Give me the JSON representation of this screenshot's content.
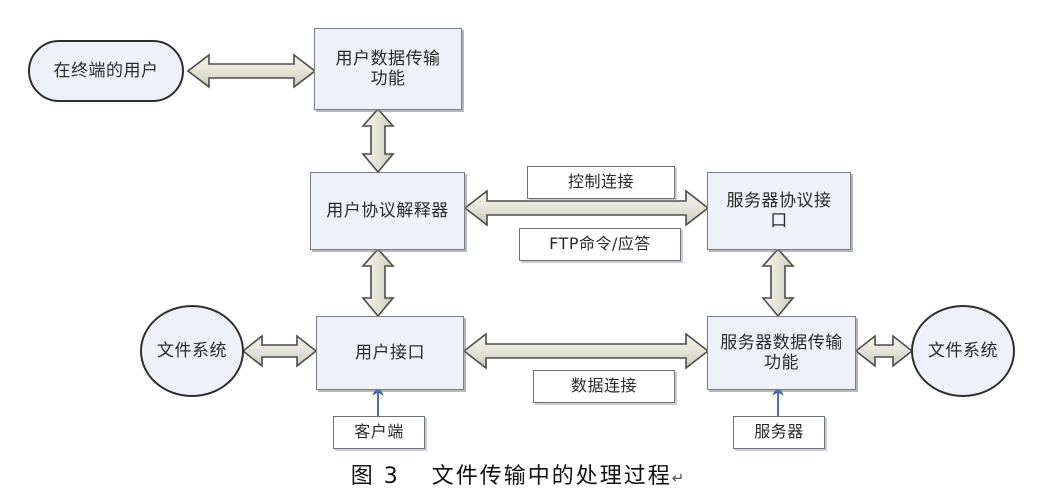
{
  "figure": {
    "caption_number": "图 3",
    "caption_text": "文件传输中的处理过程",
    "caption_mark": "↵",
    "type": "block-diagram",
    "title_full": "图 3 文件传输中的处理过程"
  },
  "palette": {
    "node_fill": "#eef2f8",
    "node_stroke": "#7a7f86",
    "ellipse_stroke": "#2e2e2e",
    "arrow_fill": "#e3e3d8",
    "arrow_stroke": "#4c4c4c",
    "thin_arrow": "#3b5fa4",
    "background": "#ffffff",
    "text": "#2a2a2a"
  },
  "nodes": {
    "terminal_user": {
      "label": "在终端的用户",
      "shape": "pill"
    },
    "user_data_transfer": {
      "label": "用户数据传输功能",
      "shape": "rect"
    },
    "user_protocol_interpreter": {
      "label": "用户协议解释器",
      "shape": "rect"
    },
    "server_protocol_interface": {
      "label": "服务器协议接口",
      "shape": "rect"
    },
    "user_interface": {
      "label": "用户接口",
      "shape": "rect"
    },
    "server_data_transfer": {
      "label": "服务器数据传输功能",
      "shape": "rect"
    },
    "file_system_left": {
      "label": "文件系统",
      "shape": "ellipse"
    },
    "file_system_right": {
      "label": "文件系统",
      "shape": "ellipse"
    },
    "client_tag": {
      "label": "客户端",
      "shape": "plain-rect"
    },
    "server_tag": {
      "label": "服务器",
      "shape": "plain-rect"
    }
  },
  "edge_labels": {
    "control_connection": {
      "label": "控制连接",
      "shape": "plain-rect"
    },
    "ftp_commands": {
      "label": "FTP命令/应答",
      "shape": "plain-rect"
    },
    "data_connection": {
      "label": "数据连接",
      "shape": "plain-rect"
    }
  },
  "connections": [
    {
      "from": "terminal_user",
      "to": "user_data_transfer",
      "style": "double-block-arrow",
      "orientation": "horizontal"
    },
    {
      "from": "user_data_transfer",
      "to": "user_protocol_interpreter",
      "style": "double-block-arrow",
      "orientation": "vertical"
    },
    {
      "from": "user_protocol_interpreter",
      "to": "server_protocol_interface",
      "style": "double-block-arrow",
      "orientation": "horizontal",
      "labels": [
        "控制连接",
        "FTP命令/应答"
      ]
    },
    {
      "from": "user_protocol_interpreter",
      "to": "user_interface",
      "style": "double-block-arrow",
      "orientation": "vertical"
    },
    {
      "from": "server_protocol_interface",
      "to": "server_data_transfer",
      "style": "double-block-arrow",
      "orientation": "vertical"
    },
    {
      "from": "file_system_left",
      "to": "user_interface",
      "style": "double-block-arrow",
      "orientation": "horizontal"
    },
    {
      "from": "user_interface",
      "to": "server_data_transfer",
      "style": "double-block-arrow",
      "orientation": "horizontal",
      "labels": [
        "数据连接"
      ]
    },
    {
      "from": "server_data_transfer",
      "to": "file_system_right",
      "style": "double-block-arrow",
      "orientation": "horizontal"
    },
    {
      "from": "client_tag",
      "to": "user_interface",
      "style": "thin-arrow",
      "orientation": "vertical"
    },
    {
      "from": "server_tag",
      "to": "server_data_transfer",
      "style": "thin-arrow",
      "orientation": "vertical"
    }
  ]
}
